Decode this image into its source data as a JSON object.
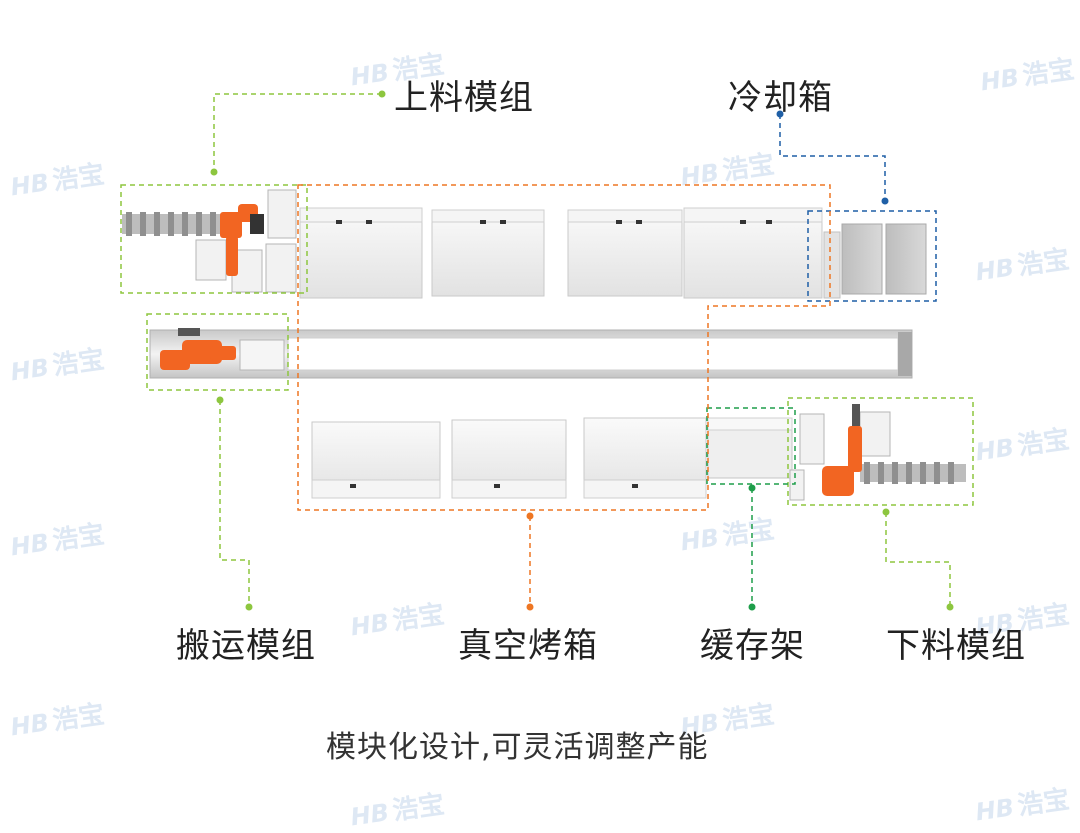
{
  "watermark": {
    "logo": "HB",
    "text": "浩宝"
  },
  "labels": {
    "loading_module": "上料模组",
    "cooling_box": "冷却箱",
    "handling_module": "搬运模组",
    "vacuum_oven": "真空烤箱",
    "buffer_rack": "缓存架",
    "unloading_module": "下料模组"
  },
  "caption": "模块化设计,可灵活调整产能",
  "colors": {
    "green": "#8dc63f",
    "orange": "#ee7623",
    "blue": "#1f5fa6",
    "dark_green": "#1e9e4a",
    "robot": "#f26522",
    "oven": "#ececec",
    "rail": "#d9d9d9"
  }
}
